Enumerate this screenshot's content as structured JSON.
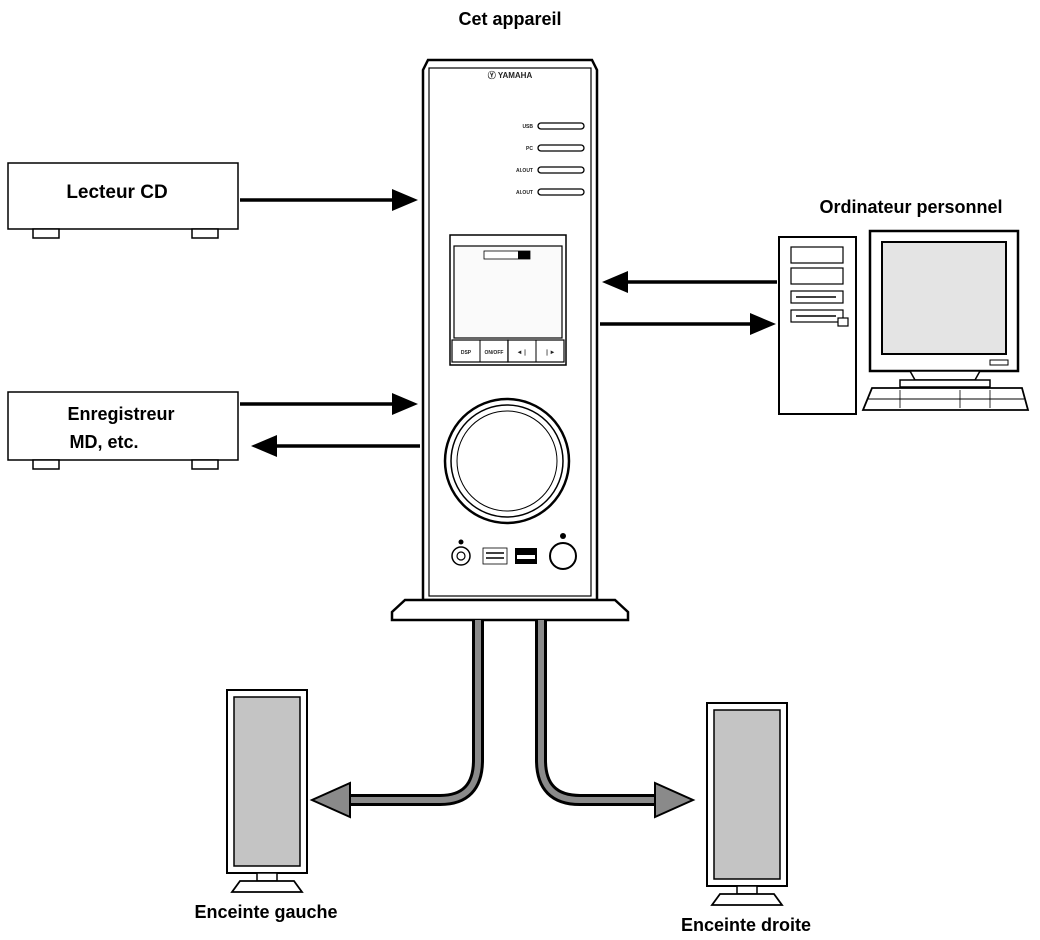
{
  "labels": {
    "device": "Cet appareil",
    "cd": "Lecteur CD",
    "recorder_line1": "Enregistreur",
    "recorder_line2": "MD, etc.",
    "pc": "Ordinateur personnel",
    "speaker_left": "Enceinte gauche",
    "speaker_right": "Enceinte droite"
  },
  "device_panel": {
    "brand": "Ⓨ YAMAHA",
    "inputs": [
      "USB",
      "PC",
      "AI.OUT",
      "AI.OUT"
    ],
    "buttons": [
      "DSP",
      "ON/OFF",
      "◄❘",
      "❘►"
    ]
  },
  "colors": {
    "line": "#000000",
    "speaker_fill": "#c4c4c4",
    "screen_fill": "#e8e8e8",
    "cable_gray": "#8a8a8a"
  }
}
